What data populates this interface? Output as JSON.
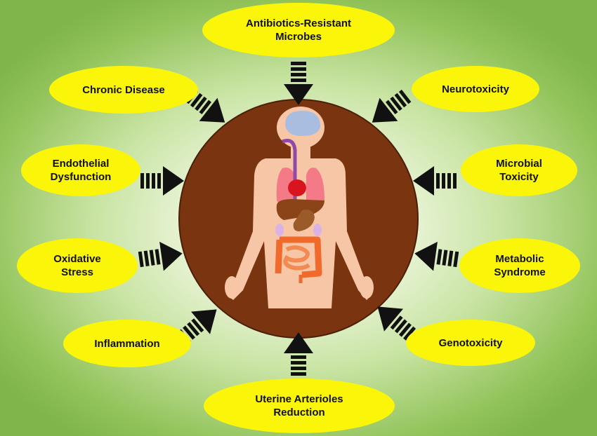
{
  "center": {
    "figure": "human-body-with-organs"
  },
  "factors": [
    {
      "id": "antibiotics",
      "label": "Antibiotics-Resistant\nMicrobes"
    },
    {
      "id": "chronic",
      "label": "Chronic Disease"
    },
    {
      "id": "neurotoxicity",
      "label": "Neurotoxicity"
    },
    {
      "id": "endothelial",
      "label": "Endothelial\nDysfunction"
    },
    {
      "id": "microbial",
      "label": "Microbial\nToxicity"
    },
    {
      "id": "oxidative",
      "label": "Oxidative\nStress"
    },
    {
      "id": "metabolic",
      "label": "Metabolic\nSyndrome"
    },
    {
      "id": "inflammation",
      "label": "Inflammation"
    },
    {
      "id": "genotoxicity",
      "label": "Genotoxicity"
    },
    {
      "id": "uterine",
      "label": "Uterine Arterioles\nReduction"
    }
  ],
  "colors": {
    "bubble": "#fbf50a",
    "arrow": "#111111",
    "circle": "#7a3510",
    "skin": "#f7c6a6",
    "brain": "#a9bde0",
    "lungs": "#f37a86",
    "heart": "#d9141f",
    "liver": "#8a4418",
    "intestine": "#f06a2c"
  }
}
